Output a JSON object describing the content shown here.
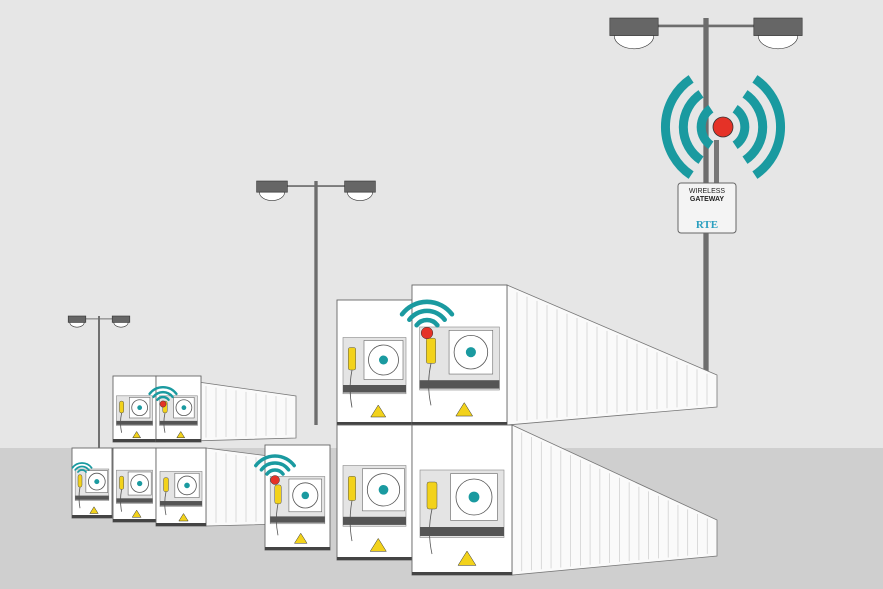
{
  "scene": {
    "gateway": {
      "line1": "WIRELESS",
      "line2": "GATEWAY",
      "brand": "RTE"
    },
    "icons": [
      "wifi-signal-icon",
      "street-lamp-icon",
      "shipping-container-icon",
      "sensor-device-icon",
      "warning-triangle-icon",
      "fan-icon"
    ],
    "colors": {
      "sky": "#e6e6e6",
      "ground": "#cfcfcf",
      "signal": "#1a9aa0",
      "beacon": "#e53227",
      "sensor": "#f2d21b",
      "pole": "#6d6d6d",
      "brand": "#2a9fbf"
    }
  }
}
